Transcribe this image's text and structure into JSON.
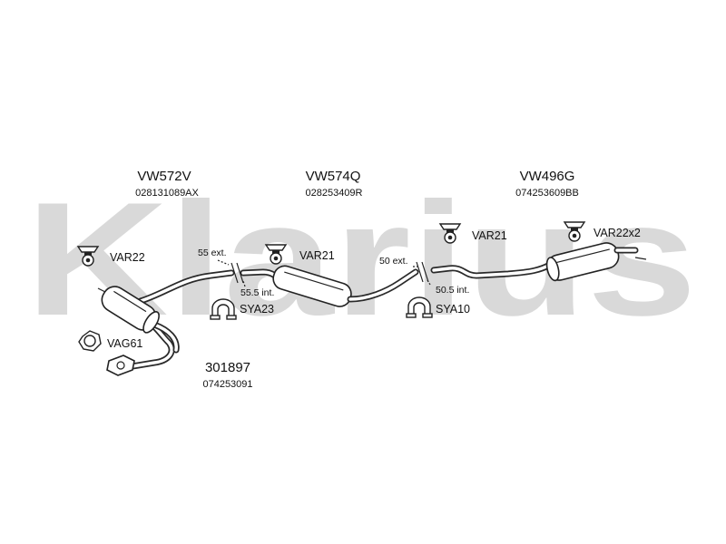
{
  "watermark": "Klarius",
  "parts": [
    {
      "code": "VW572V",
      "oem": "028131089AX"
    },
    {
      "code": "VW574Q",
      "oem": "028253409R"
    },
    {
      "code": "VW496G",
      "oem": "074253609BB"
    },
    {
      "code": "301897",
      "oem": "074253091"
    }
  ],
  "accessories": {
    "var22": "VAR22",
    "var21_a": "VAR21",
    "var21_b": "VAR21",
    "var22x2": "VAR22x2",
    "sya23": "SYA23",
    "sya10": "SYA10",
    "vag61": "VAG61"
  },
  "dimensions": {
    "ext_55": "55 ext.",
    "int_555": "55.5 int.",
    "ext_50": "50 ext.",
    "int_505": "50.5 int."
  },
  "icons": {
    "hanger": "rubber-hanger-icon",
    "clamp": "clamp-icon",
    "gasket": "gasket-ring-icon"
  }
}
